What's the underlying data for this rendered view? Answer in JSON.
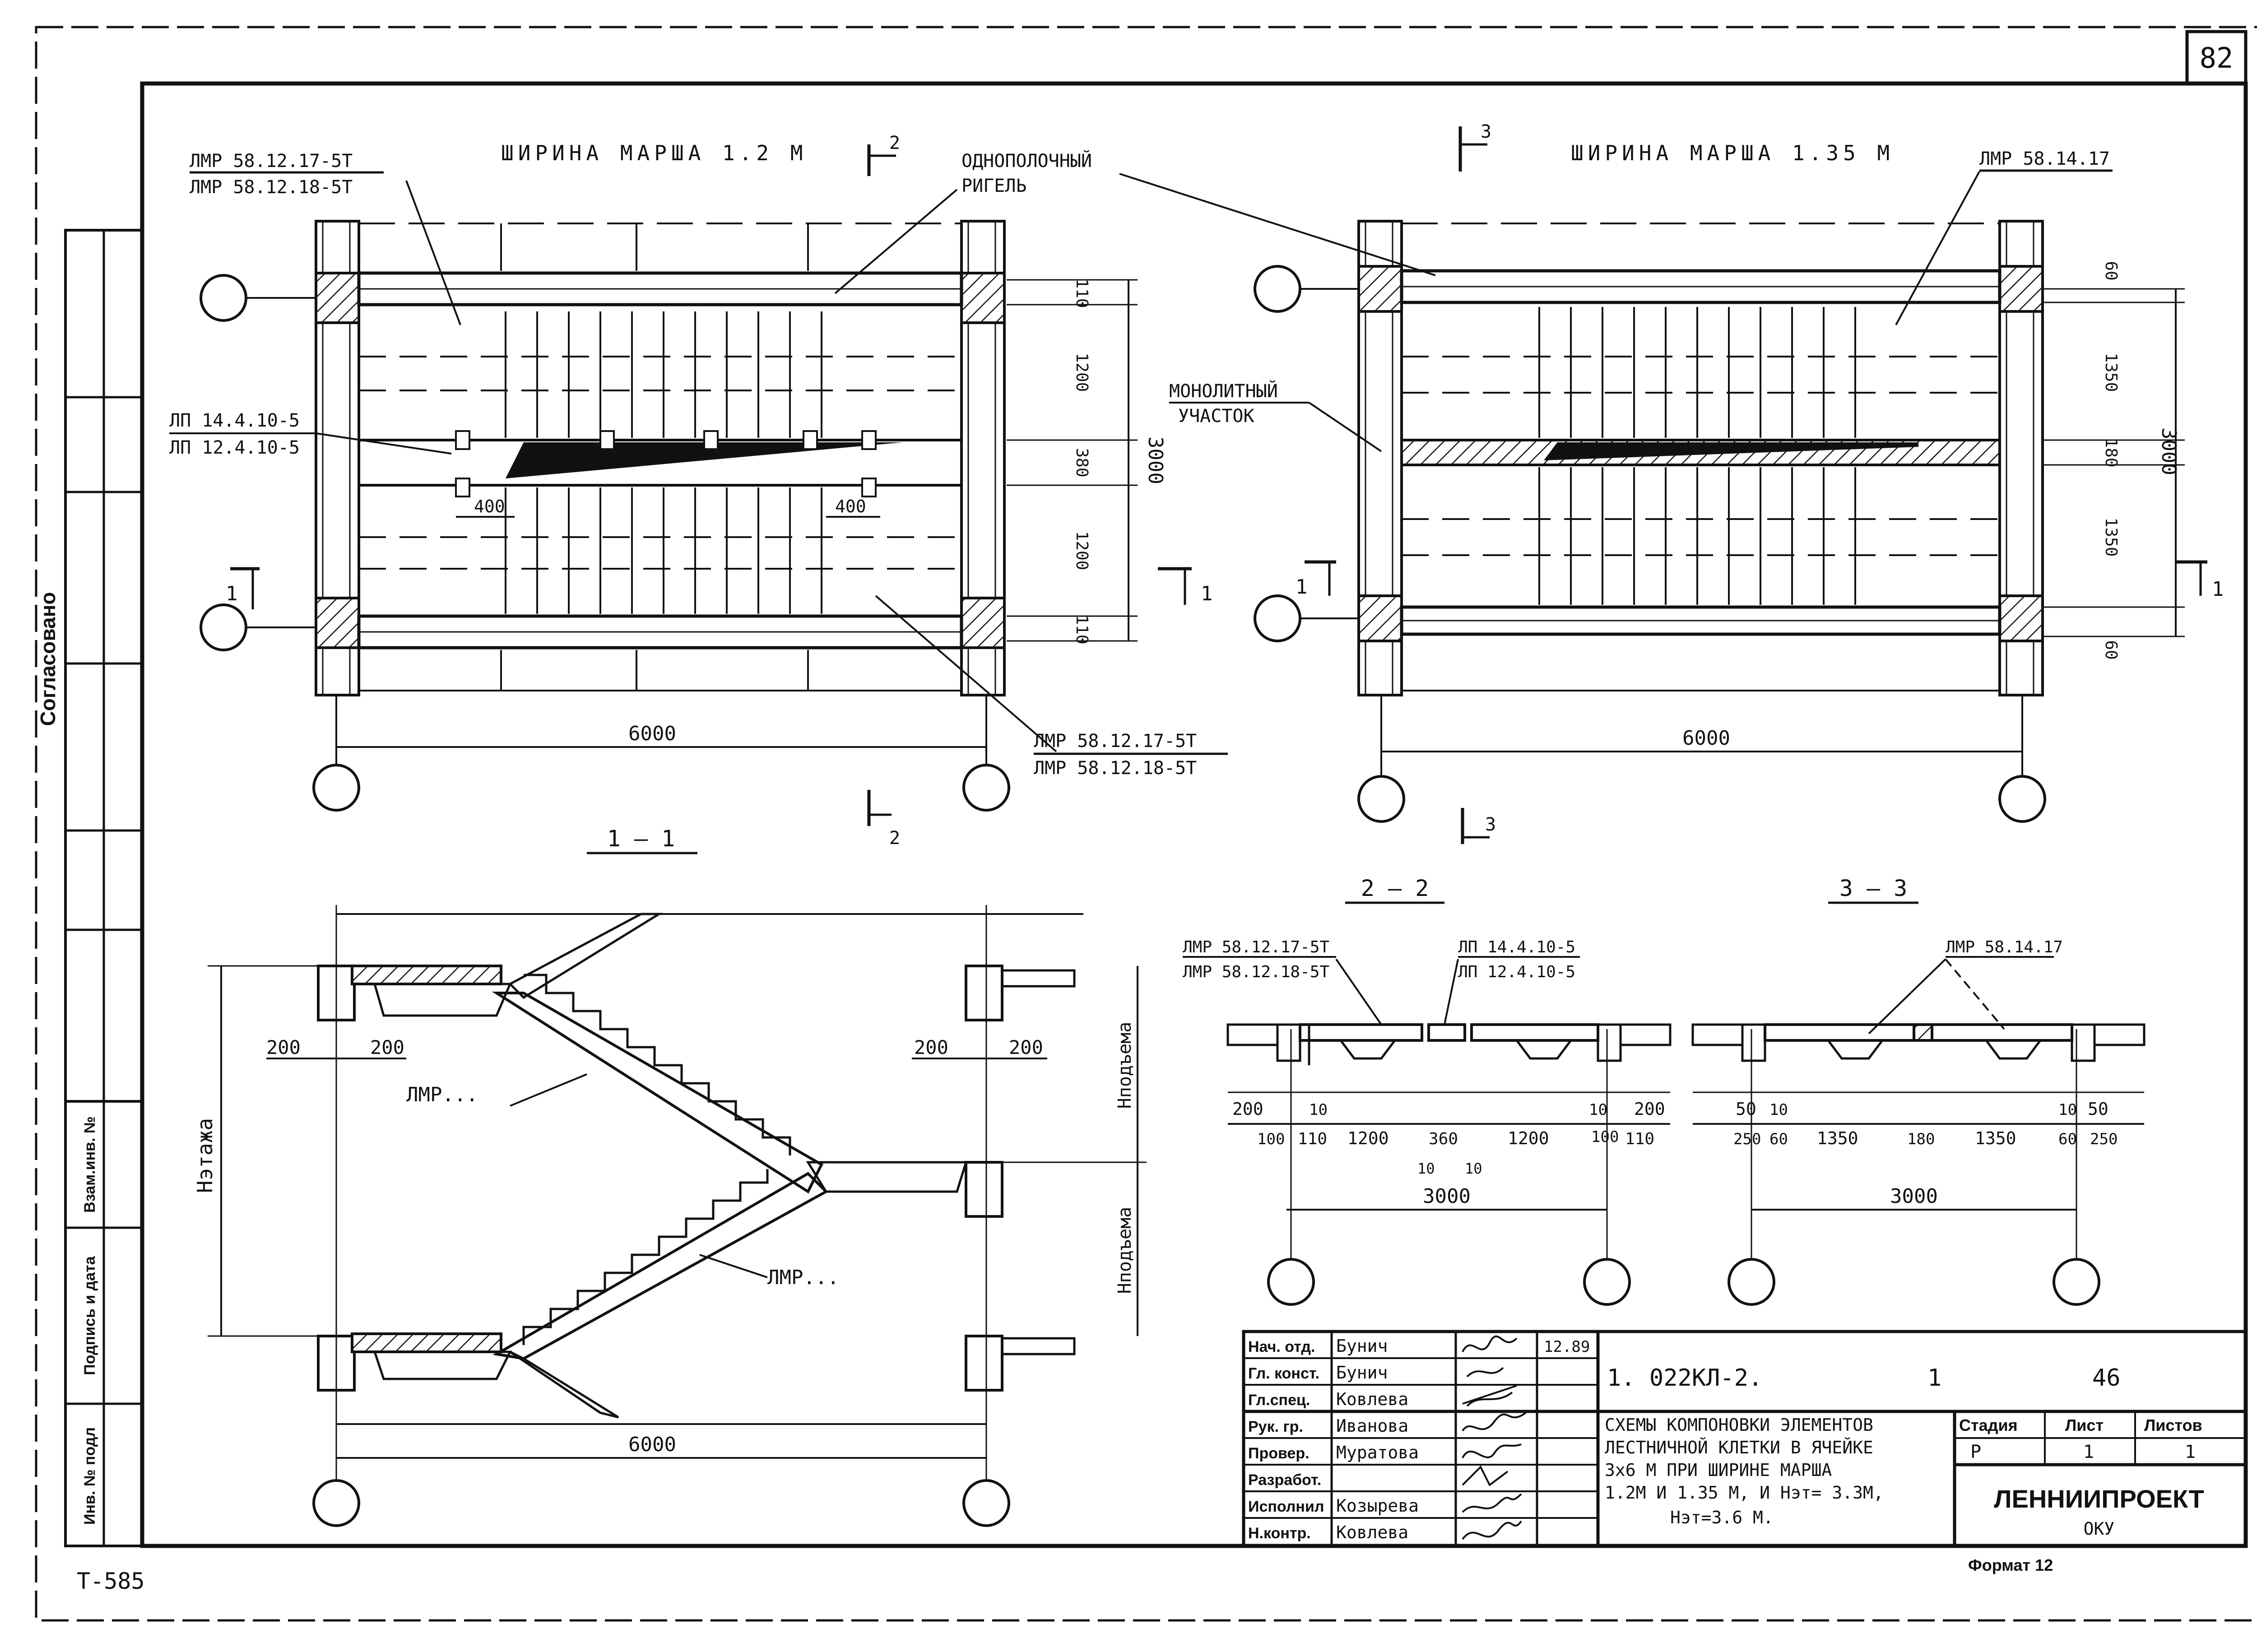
{
  "sheet": {
    "sheet_number": "82",
    "stamp_bottom_left": "Т-585",
    "side_label": "Согласовано",
    "side_fields": [
      "Инв. № подл",
      "Подпись и дата",
      "Взам.инв. №"
    ],
    "format": "Формат 12"
  },
  "plan_left": {
    "heading": "ШИРИНА МАРША 1.2 М",
    "label_top_a": "ЛМР 58.12.17-5Т",
    "label_top_b": "ЛМР 58.12.18-5Т",
    "label_riegel": "ОДНОПОЛОЧНЫЙ",
    "label_riegel_2": "РИГЕЛЬ",
    "label_landing_a": "ЛП 14.4.10-5",
    "label_landing_b": "ЛП 12.4.10-5",
    "label_bottom_a": "ЛМР 58.12.17-5Т",
    "label_bottom_b": "ЛМР 58.12.18-5Т",
    "dim_total": "6000",
    "dim_400_left": "400",
    "dim_400_right": "400",
    "dims_vertical": [
      "110",
      "1200",
      "380",
      "1200",
      "110"
    ],
    "dim_vertical_total": "3000",
    "cut_mark_2": "2",
    "cut_mark_1": "1"
  },
  "plan_right": {
    "heading": "ШИРИНА МАРША 1.35 М",
    "label_top": "ЛМР 58.14.17",
    "label_monolith_a": "МОНОЛИТНЫЙ",
    "label_monolith_b": "УЧАСТОК",
    "dim_total": "6000",
    "dims_vertical": [
      "60",
      "1350",
      "180",
      "1350",
      "60"
    ],
    "dim_vertical_total": "3000",
    "cut_mark_3": "3",
    "cut_mark_1": "1"
  },
  "section_1_1": {
    "title": "1 — 1",
    "label_march_a": "ЛМР...",
    "label_march_b": "ЛМР...",
    "dims_left": [
      "200",
      "200"
    ],
    "dims_right": [
      "200",
      "200"
    ],
    "label_floor_height": "Нэтажа",
    "label_rise_upper": "Нподъема",
    "label_rise_lower": "Нподъема",
    "dim_total": "6000"
  },
  "section_2_2": {
    "title": "2 — 2",
    "label_a": "ЛМР 58.12.17-5Т",
    "label_b": "ЛМР 58.12.18-5Т",
    "label_c": "ЛП 14.4.10-5",
    "label_d": "ЛП 12.4.10-5",
    "dims_row1": [
      "200",
      "10",
      "10",
      "200"
    ],
    "dims_row2": [
      "100",
      "110",
      "1200",
      "360",
      "1200",
      "100",
      "110"
    ],
    "dims_row3": [
      "10",
      "10"
    ],
    "dim_total": "3000"
  },
  "section_3_3": {
    "title": "3 — 3",
    "label": "ЛМР 58.14.17",
    "dims_row1": [
      "50",
      "10",
      "10",
      "50"
    ],
    "dims_row2": [
      "250",
      "60",
      "1350",
      "180",
      "1350",
      "60",
      "250"
    ],
    "dim_total": "3000"
  },
  "title_block": {
    "roles": [
      "Нач. отд.",
      "Гл. конст.",
      "Гл.спец.",
      "Рук. гр.",
      "Провер.",
      "Разработ.",
      "Исполнил",
      "Н.контр."
    ],
    "names": [
      "Бунич",
      "Бунич",
      "Ковлева",
      "Иванова",
      "Муратова",
      "",
      "Козырева",
      "Ковлева"
    ],
    "date": "12.89",
    "doc_code": "1. 022КЛ-2.",
    "issue": "1",
    "pages_num": "46",
    "description_lines": [
      "СХЕМЫ КОМПОНОВКИ ЭЛЕМЕНТОВ",
      "ЛЕСТНИЧНОЙ КЛЕТКИ В ЯЧЕЙКЕ",
      "3х6 М ПРИ ШИРИНЕ МАРША",
      "1.2М И 1.35 М, И Нэт= 3.3М,",
      "Нэт=3.6 М."
    ],
    "stage_header": "Стадия",
    "sheet_header": "Лист",
    "sheets_header": "Листов",
    "stage": "Р",
    "sheet": "1",
    "sheets": "1",
    "org": "ЛЕННИИПРОЕКТ",
    "dept": "ОКУ"
  }
}
